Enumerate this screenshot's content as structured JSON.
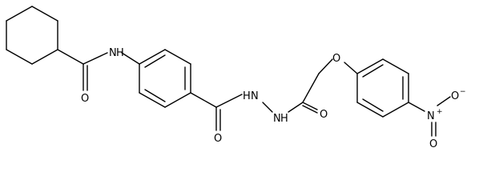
{
  "molecule": {
    "atoms": {
      "amide_nitrogen": "N",
      "amide_hydrogen": "H",
      "amide_oxygen": "O",
      "hydrazide_oxygen": "O",
      "hydrazide_nitrogen_1": "N",
      "hydrazide_hydrogen_1": "H",
      "hydrazide_nitrogen_2": "N",
      "hydrazide_hydrogen_2": "H",
      "acetyl_oxygen": "O",
      "ether_oxygen": "O",
      "nitro_nitrogen": "N",
      "nitro_nitrogen_charge": "+",
      "nitro_oxygen_top": "O",
      "nitro_oxygen_top_charge": "−",
      "nitro_oxygen_bottom": "O"
    }
  }
}
